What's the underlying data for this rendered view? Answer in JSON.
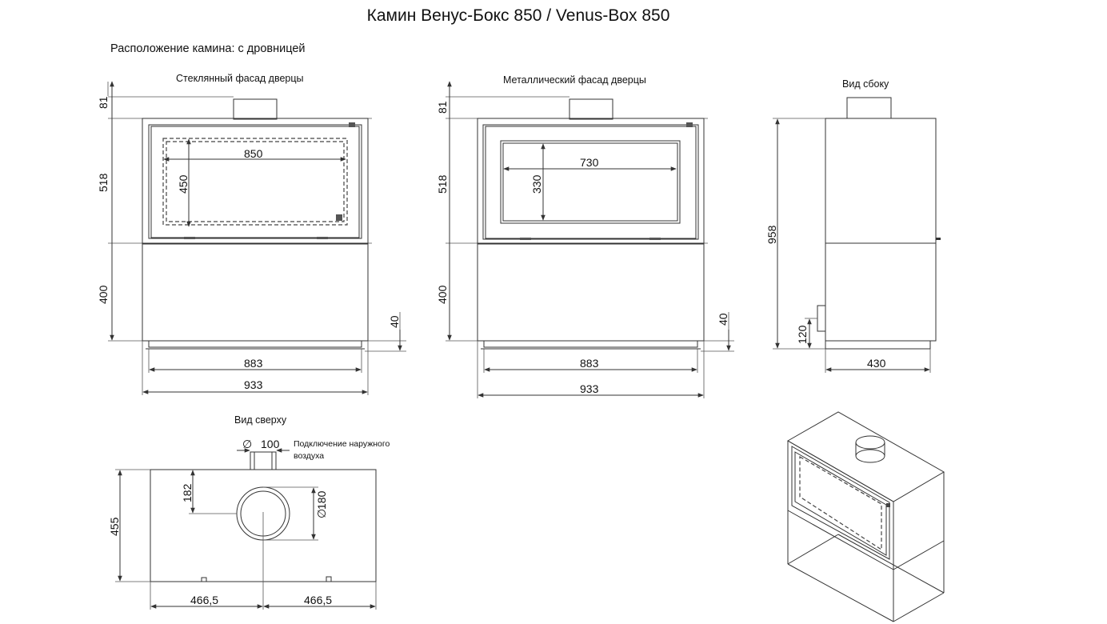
{
  "title": "Камин Венус-Бокс 850 / Venus-Box 850",
  "subtitle": "Расположение камина: с дровницей",
  "views": {
    "glass": {
      "label": "Стеклянный фасад дверцы",
      "dims": {
        "top": "81",
        "body": "518",
        "base": "400",
        "foot": "40",
        "glass_w": "850",
        "glass_h": "450",
        "inner_w": "883",
        "total_w": "933"
      }
    },
    "metal": {
      "label": "Металлический фасад дверцы",
      "dims": {
        "top": "81",
        "body": "518",
        "base": "400",
        "foot": "40",
        "glass_w": "730",
        "glass_h": "330",
        "inner_w": "883",
        "total_w": "933"
      }
    },
    "side": {
      "label": "Вид сбоку",
      "dims": {
        "height": "958",
        "inlet_h": "120",
        "depth": "430"
      }
    },
    "top": {
      "label": "Вид сверху",
      "dims": {
        "air": "100",
        "flue": "180",
        "flue_off": "182",
        "depth": "455",
        "left": "466,5",
        "right": "466,5"
      },
      "note_line1": "Подключение наружного",
      "note_line2": "воздуха",
      "diameter_symbol": "∅"
    }
  }
}
